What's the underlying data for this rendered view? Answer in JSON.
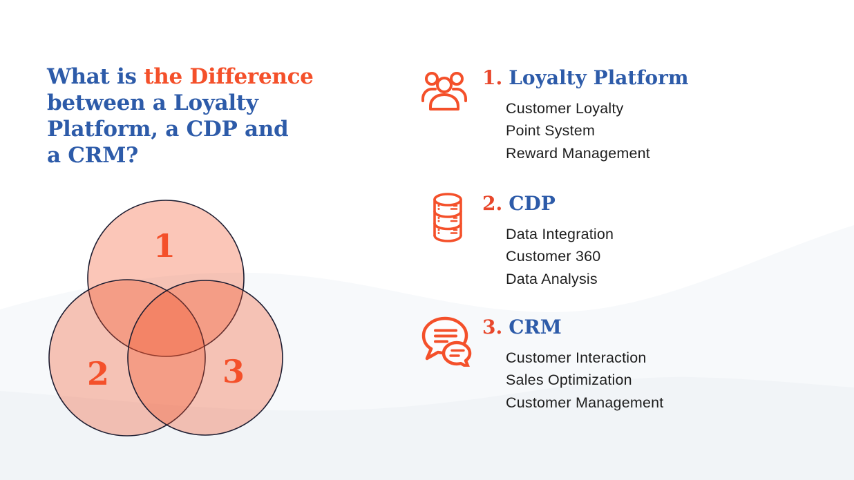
{
  "colors": {
    "background": "#FFFFFF",
    "heading_blue": "#2D5BA9",
    "accent_orange": "#F4502A",
    "number_orange": "#E8472B",
    "body_text": "#1E1E1E",
    "venn_fill": "#F45126",
    "venn_stroke": "#1C1C30",
    "wave_light": "#F7F9FB",
    "wave_dark": "#F1F4F7"
  },
  "title": {
    "line1_blue": "What is ",
    "line1_orange": "the Difference",
    "line2": "between a Loyalty",
    "line3": "Platform, a CDP and",
    "line4": "a CRM?"
  },
  "venn": {
    "labels": [
      "1",
      "2",
      "3"
    ]
  },
  "items": [
    {
      "number": "1.",
      "title": "Loyalty Platform",
      "icon": "people-group-icon",
      "lines": [
        "Customer Loyalty",
        "Point System",
        "Reward Management"
      ]
    },
    {
      "number": "2.",
      "title": "CDP",
      "icon": "database-icon",
      "lines": [
        "Data Integration",
        "Customer 360",
        "Data Analysis"
      ]
    },
    {
      "number": "3.",
      "title": "CRM",
      "icon": "chat-bubbles-icon",
      "lines": [
        "Customer Interaction",
        "Sales Optimization",
        "Customer Management"
      ]
    }
  ]
}
